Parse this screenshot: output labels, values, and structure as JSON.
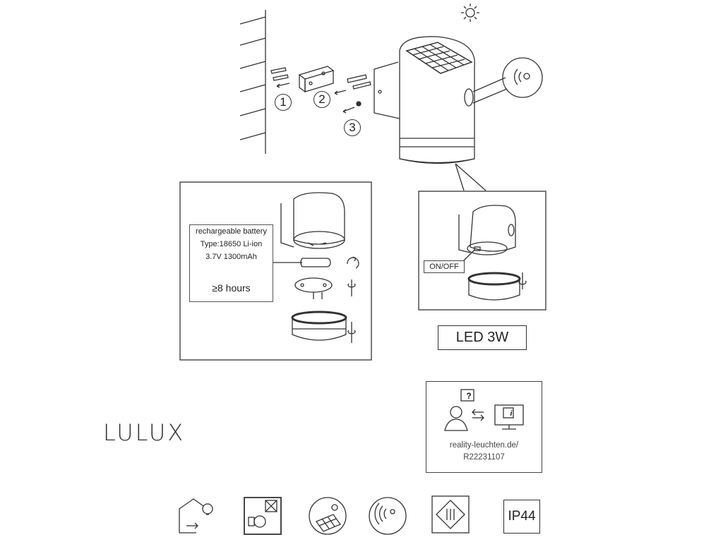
{
  "brand": "LULUX",
  "steps": [
    "1",
    "2",
    "3"
  ],
  "battery": {
    "line1": "rechargeable battery",
    "line2": "Type:18650 Li-ion",
    "line3": "3.7V 1300mAh",
    "hours": "≥8 hours"
  },
  "switch_label": "ON/OFF",
  "power_label": "LED 3W",
  "info": {
    "url": "reality-leuchten.de/",
    "code": "R22231107"
  },
  "rating": "IP44",
  "icons": [
    "sun-icon",
    "motion-sensor-icon",
    "house-lamp-icon",
    "no-bulb-replace-icon",
    "solar-panel-icon",
    "motion-sensor-badge-icon",
    "class-iii-icon",
    "ip44-badge"
  ]
}
